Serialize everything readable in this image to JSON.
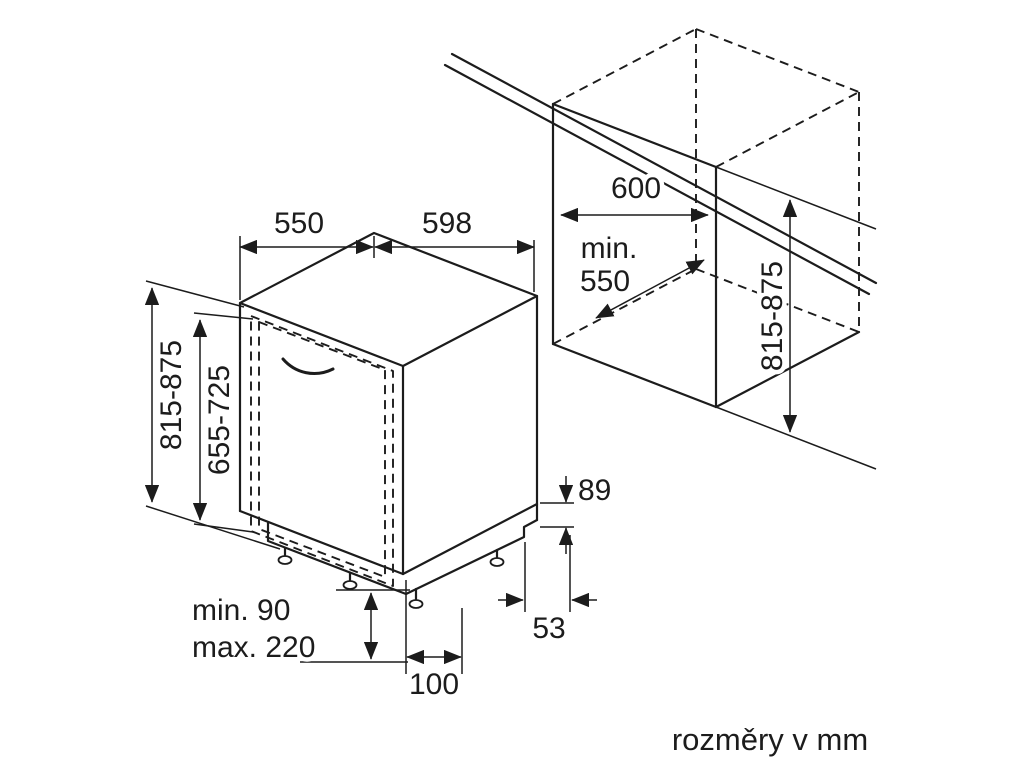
{
  "caption": "rozměry v mm",
  "colors": {
    "line": "#1c1c1c",
    "background": "#ffffff"
  },
  "dimensions": {
    "appliance_depth": "550",
    "appliance_width": "598",
    "niche_width": "600",
    "niche_depth_label": "min.",
    "niche_depth_value": "550",
    "appliance_height": "815-875",
    "door_panel_height": "655-725",
    "niche_height": "815-875",
    "rear_step": "89",
    "rear_offset": "53",
    "plinth_min": "min. 90",
    "plinth_max": "max. 220",
    "base_recess": "100"
  }
}
